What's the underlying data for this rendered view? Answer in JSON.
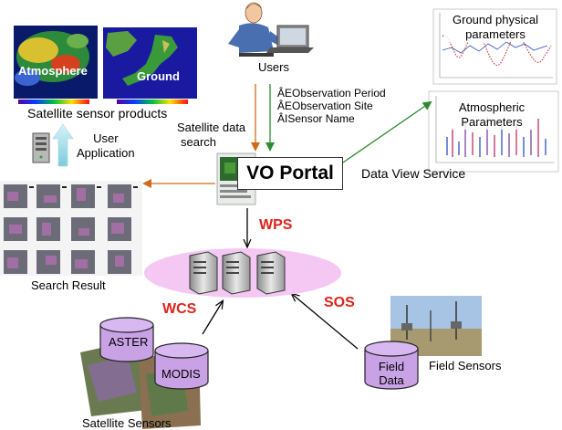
{
  "products": {
    "atmosphere_label": "Atmosphere",
    "ground_label": "Ground",
    "caption": "Satellite sensor products"
  },
  "users": {
    "label": "Users"
  },
  "query": {
    "items": [
      "ÂEObservation Period",
      "ÂEObservation Site",
      "ÂISensor Name"
    ]
  },
  "search_label": [
    "Satellite data",
    "search"
  ],
  "user_app": [
    "User",
    "Application"
  ],
  "portal": {
    "label": "VO Portal"
  },
  "data_view_service": "Data View Service",
  "plots": {
    "ground": [
      "Ground physical",
      "parameters"
    ],
    "atmos": [
      "Atmospheric",
      "Parameters"
    ]
  },
  "search_result": "Search Result",
  "protocols": {
    "wps": "WPS",
    "wcs": "WCS",
    "sos": "SOS"
  },
  "satellites": {
    "aster": "ASTER",
    "modis": "MODIS",
    "caption": "Satellite Sensors"
  },
  "field": {
    "db_label": [
      "Field",
      "Data"
    ],
    "caption": "Field Sensors"
  },
  "colors": {
    "accent_red": "#e0221c",
    "cloud_pink": "#f4c8f2",
    "db_purple": "#c9a2e6",
    "arrow_orange": "#d06a1a",
    "arrow_green": "#2f8a2f",
    "arrow_teal": "#9fd7e2"
  }
}
